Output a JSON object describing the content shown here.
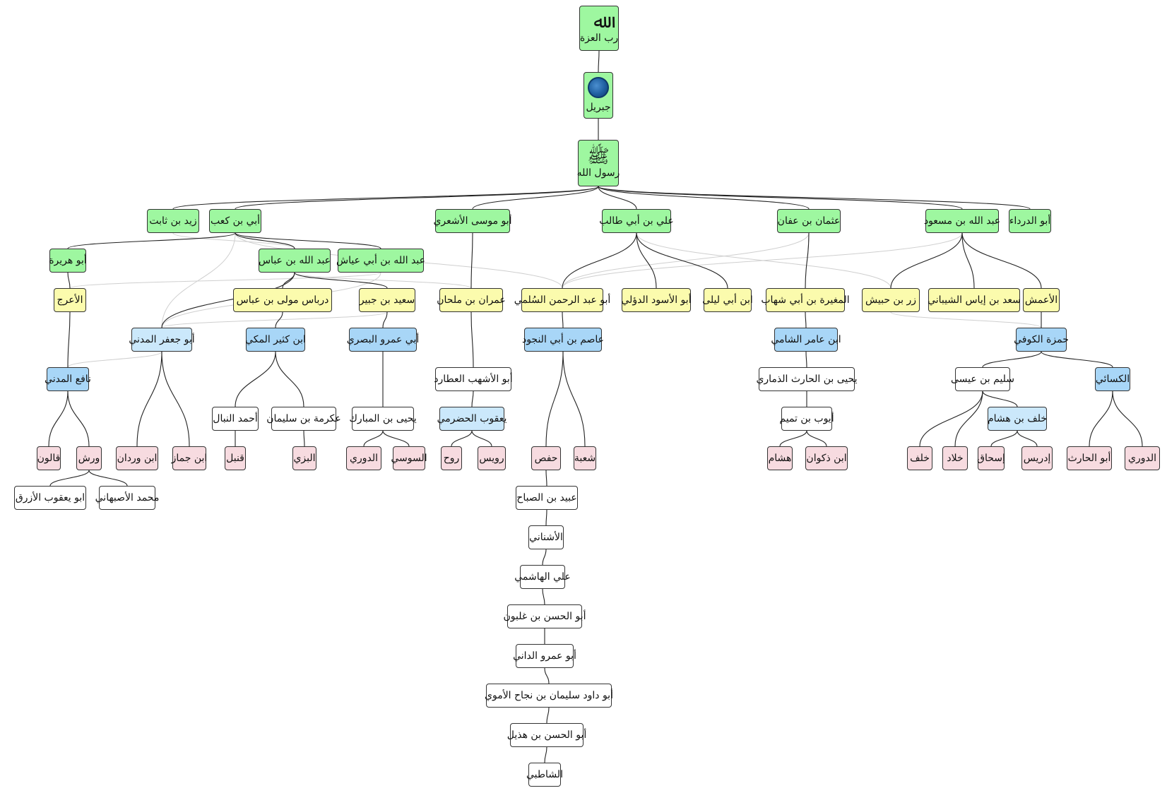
{
  "colors": {
    "green": "#9ef7a0",
    "yellow": "#fbfbad",
    "blue": "#a8d6f7",
    "lightblue": "#cbe8fb",
    "pink": "#f7dbe0",
    "white": "#ffffff",
    "edge": "#222222",
    "crossEdge": "#cfcfcf"
  },
  "nodes": {
    "allah": {
      "glyph": "ﷲ",
      "label": "رب العزة",
      "color": "green"
    },
    "jibril": {
      "label": "جبريل",
      "color": "green",
      "icon": "seal-icon"
    },
    "muhammad": {
      "glyph": "ﷺ",
      "label": "رسول الله",
      "color": "green"
    },
    "zaid": {
      "label": "زيد بن ثابت",
      "color": "green"
    },
    "ubay": {
      "label": "أبي بن كعب",
      "color": "green"
    },
    "abumusa": {
      "label": "أبو موسى الأشعري",
      "color": "green"
    },
    "ali": {
      "label": "علي بن أبي طالب",
      "color": "green"
    },
    "uthman": {
      "label": "عثمان بن عفان",
      "color": "green"
    },
    "ibnmasud": {
      "label": "عبد الله بن مسعود",
      "color": "green"
    },
    "abudarda": {
      "label": "أبو الدرداء",
      "color": "green"
    },
    "abuhurayra": {
      "label": "أبو هريرة",
      "color": "green"
    },
    "ibnabbas": {
      "label": "عبد الله بن عباس",
      "color": "green"
    },
    "ibnabiayyash": {
      "label": "عبد الله بن أبي عياش",
      "color": "green"
    },
    "araj": {
      "label": "الأعرج",
      "color": "yellow"
    },
    "dirbas": {
      "label": "درباس مولى بن عباس",
      "color": "yellow"
    },
    "saidjubair": {
      "label": "سعيد بن جبير",
      "color": "yellow"
    },
    "imran": {
      "label": "عمران بن ملحان",
      "color": "yellow"
    },
    "sulami": {
      "label": "أبو عبد الرحمن السُلمي",
      "color": "yellow"
    },
    "duali": {
      "label": "أبو الأسود الدؤلي",
      "color": "yellow"
    },
    "ibnabilayla": {
      "label": "ابن أبي ليلى",
      "color": "yellow"
    },
    "mughira": {
      "label": "المغيرة بن أبي شهاب",
      "color": "yellow"
    },
    "zirr": {
      "label": "زر بن حبيش",
      "color": "yellow"
    },
    "saadiyas": {
      "label": "سعد بن إياس الشيباني",
      "color": "yellow"
    },
    "amash": {
      "label": "الأعمش",
      "color": "yellow"
    },
    "abujafar": {
      "label": "أبو جعفر المدني",
      "color": "lightblue"
    },
    "ibnkathir": {
      "label": "ابن كثير المكي",
      "color": "blue"
    },
    "abuamr": {
      "label": "أبي عمرو البصري",
      "color": "blue"
    },
    "asim": {
      "label": "عاصم بن أبي النجود",
      "color": "blue"
    },
    "ibnamir": {
      "label": "ابن عامر الشامي",
      "color": "blue"
    },
    "hamza": {
      "label": "حمزة الكوفي",
      "color": "blue"
    },
    "nafi": {
      "label": "نافع المدني",
      "color": "blue"
    },
    "abualashhab": {
      "label": "أبو الأشهب العطارد",
      "color": "white"
    },
    "yahyaharith": {
      "label": "يحيى بن الحارث الذماري",
      "color": "white"
    },
    "sulaym": {
      "label": "سليم بن عيسى",
      "color": "white"
    },
    "kisai": {
      "label": "الكسائي",
      "color": "blue"
    },
    "ahmadnabbal": {
      "label": "أحمد النبال",
      "color": "white"
    },
    "ikrima": {
      "label": "عكرمة بن سليمان",
      "color": "white"
    },
    "yahyamubarak": {
      "label": "يحيى بن المبارك",
      "color": "white"
    },
    "yaqub": {
      "label": "يعقوب الحضرمي",
      "color": "lightblue"
    },
    "ayyub": {
      "label": "أيوب بن تميم",
      "color": "white"
    },
    "khalafhisham": {
      "label": "خلف بن هشام",
      "color": "lightblue"
    },
    "qalun": {
      "label": "قالون",
      "color": "pink"
    },
    "warsh": {
      "label": "ورش",
      "color": "pink"
    },
    "ibnwardan": {
      "label": "ابن وردان",
      "color": "pink"
    },
    "ibnjammaz": {
      "label": "ابن جماز",
      "color": "pink"
    },
    "qunbul": {
      "label": "قنبل",
      "color": "pink"
    },
    "bazzi": {
      "label": "البزي",
      "color": "pink"
    },
    "duri1": {
      "label": "الدوري",
      "color": "pink"
    },
    "susi": {
      "label": "السوسي",
      "color": "pink"
    },
    "rawh": {
      "label": "روح",
      "color": "pink"
    },
    "ruways": {
      "label": "رويس",
      "color": "pink"
    },
    "hafs": {
      "label": "حفص",
      "color": "pink"
    },
    "shuba": {
      "label": "شعبة",
      "color": "pink"
    },
    "hisham": {
      "label": "هشام",
      "color": "pink"
    },
    "ibndhakwan": {
      "label": "ابن ذكوان",
      "color": "pink"
    },
    "khalaf": {
      "label": "خلف",
      "color": "pink"
    },
    "khallad": {
      "label": "خلاد",
      "color": "pink"
    },
    "ishaq": {
      "label": "إسحاق",
      "color": "pink"
    },
    "idris": {
      "label": "إدريس",
      "color": "pink"
    },
    "abualharith": {
      "label": "أبو الحارث",
      "color": "pink"
    },
    "duri2": {
      "label": "الدوري",
      "color": "pink"
    },
    "azraq": {
      "label": "ابو يعقوب الأزرق",
      "color": "white"
    },
    "asbahani": {
      "label": "محمد الأصبهاني",
      "color": "white"
    },
    "ubayd": {
      "label": "عبيد بن الصباح",
      "color": "white"
    },
    "ushnani": {
      "label": "الأشناني",
      "color": "white"
    },
    "alihashimi": {
      "label": "علي الهاشمي",
      "color": "white"
    },
    "ibnghalbun": {
      "label": "أبو الحسن بن غلبون",
      "color": "white"
    },
    "dani": {
      "label": "أبو عمرو الداني",
      "color": "white"
    },
    "abudawud": {
      "label": "أبو داود سليمان بن نجاح الأموي",
      "color": "white"
    },
    "ibnhudhayl": {
      "label": "أبو الحسن بن هذيل",
      "color": "white"
    },
    "shatibi": {
      "label": "الشاطبي",
      "color": "white"
    }
  },
  "edges": [
    [
      "allah",
      "jibril"
    ],
    [
      "jibril",
      "muhammad"
    ],
    [
      "muhammad",
      "zaid"
    ],
    [
      "muhammad",
      "ubay"
    ],
    [
      "muhammad",
      "abumusa"
    ],
    [
      "muhammad",
      "ali"
    ],
    [
      "muhammad",
      "uthman"
    ],
    [
      "muhammad",
      "ibnmasud"
    ],
    [
      "muhammad",
      "abudarda"
    ],
    [
      "ubay",
      "abuhurayra"
    ],
    [
      "ubay",
      "ibnabbas"
    ],
    [
      "ubay",
      "ibnabiayyash"
    ],
    [
      "abuhurayra",
      "araj"
    ],
    [
      "ibnabbas",
      "abujafar"
    ],
    [
      "ibnabbas",
      "dirbas"
    ],
    [
      "ibnabbas",
      "saidjubair"
    ],
    [
      "abumusa",
      "imran"
    ],
    [
      "ali",
      "sulami"
    ],
    [
      "ali",
      "duali"
    ],
    [
      "ali",
      "ibnabilayla"
    ],
    [
      "uthman",
      "mughira"
    ],
    [
      "ibnmasud",
      "zirr"
    ],
    [
      "ibnmasud",
      "saadiyas"
    ],
    [
      "ibnmasud",
      "amash"
    ],
    [
      "araj",
      "nafi"
    ],
    [
      "dirbas",
      "ibnkathir"
    ],
    [
      "saidjubair",
      "abuamr"
    ],
    [
      "sulami",
      "asim"
    ],
    [
      "mughira",
      "ibnamir"
    ],
    [
      "amash",
      "hamza"
    ],
    [
      "imran",
      "abualashhab"
    ],
    [
      "abualashhab",
      "yaqub"
    ],
    [
      "ibnamir",
      "yahyaharith"
    ],
    [
      "yahyaharith",
      "ayyub"
    ],
    [
      "hamza",
      "sulaym"
    ],
    [
      "hamza",
      "kisai"
    ],
    [
      "nafi",
      "qalun"
    ],
    [
      "nafi",
      "warsh"
    ],
    [
      "warsh",
      "azraq"
    ],
    [
      "warsh",
      "asbahani"
    ],
    [
      "abujafar",
      "ibnwardan"
    ],
    [
      "abujafar",
      "ibnjammaz"
    ],
    [
      "ibnkathir",
      "ahmadnabbal"
    ],
    [
      "ibnkathir",
      "ikrima"
    ],
    [
      "ahmadnabbal",
      "qunbul"
    ],
    [
      "ikrima",
      "bazzi"
    ],
    [
      "abuamr",
      "yahyamubarak"
    ],
    [
      "yahyamubarak",
      "duri1"
    ],
    [
      "yahyamubarak",
      "susi"
    ],
    [
      "yaqub",
      "rawh"
    ],
    [
      "yaqub",
      "ruways"
    ],
    [
      "asim",
      "hafs"
    ],
    [
      "asim",
      "shuba"
    ],
    [
      "ayyub",
      "hisham"
    ],
    [
      "ayyub",
      "ibndhakwan"
    ],
    [
      "sulaym",
      "khalaf"
    ],
    [
      "sulaym",
      "khallad"
    ],
    [
      "sulaym",
      "khalafhisham"
    ],
    [
      "khalafhisham",
      "ishaq"
    ],
    [
      "khalafhisham",
      "idris"
    ],
    [
      "kisai",
      "abualharith"
    ],
    [
      "kisai",
      "duri2"
    ],
    [
      "hafs",
      "ubayd"
    ],
    [
      "ubayd",
      "ushnani"
    ],
    [
      "ushnani",
      "alihashimi"
    ],
    [
      "alihashimi",
      "ibnghalbun"
    ],
    [
      "ibnghalbun",
      "dani"
    ],
    [
      "dani",
      "abudawud"
    ],
    [
      "abudawud",
      "ibnhudhayl"
    ],
    [
      "ibnhudhayl",
      "shatibi"
    ]
  ],
  "crossEdges": [
    [
      "zaid",
      "ibnabbas"
    ],
    [
      "ubay",
      "sulami"
    ],
    [
      "ibnabiayyash",
      "araj"
    ],
    [
      "ibnabiayyash",
      "abujafar"
    ],
    [
      "ibnabbas",
      "imran"
    ],
    [
      "ali",
      "zirr"
    ],
    [
      "uthman",
      "sulami"
    ],
    [
      "ibnmasud",
      "sulami"
    ],
    [
      "ubay",
      "abujafar"
    ],
    [
      "zirr",
      "hamza"
    ],
    [
      "abujafar",
      "nafi"
    ],
    [
      "saidjubair",
      "abujafar"
    ]
  ]
}
